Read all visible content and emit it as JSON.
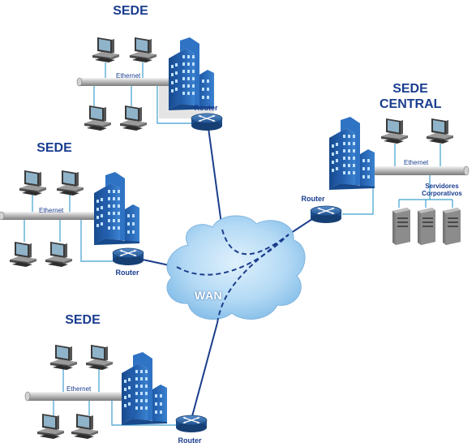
{
  "sites": {
    "top": {
      "title": "SEDE",
      "ethernet": "Ethernet",
      "router": "Router"
    },
    "middle": {
      "title": "SEDE",
      "ethernet": "Ethernet",
      "router": "Router"
    },
    "bottom": {
      "title": "SEDE",
      "ethernet": "Ethernet",
      "router": "Router"
    },
    "central": {
      "title_line1": "SEDE",
      "title_line2": "CENTRAL",
      "ethernet": "Ethernet",
      "router": "Router",
      "servers_line1": "Servidores",
      "servers_line2": "Corporativos"
    }
  },
  "wan": {
    "label": "WAN"
  },
  "icons": [
    "workstation-icon",
    "building-icon",
    "router-icon",
    "server-icon",
    "cloud-icon"
  ],
  "colors": {
    "title": "#1a3d8f",
    "link": "#1b3d8c",
    "cable": "#3f9fd0",
    "cloud": "#a9d3f2",
    "building": "#2a67b8"
  }
}
